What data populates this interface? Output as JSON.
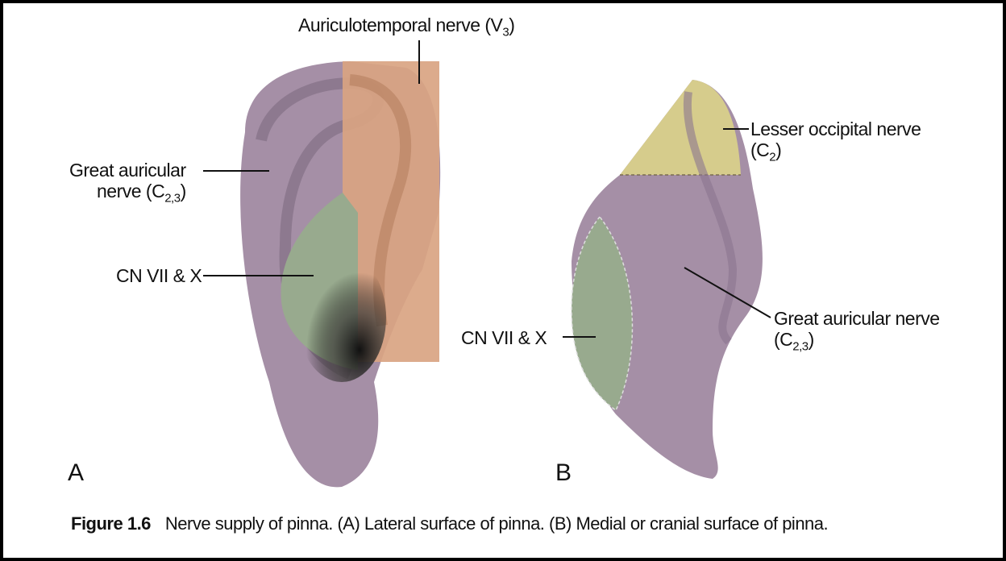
{
  "panel_a": {
    "letter": "A",
    "auriculotemporal": {
      "text": "Auriculotemporal nerve (V",
      "sub": "3",
      "close": ")"
    },
    "great_auricular": {
      "line1": "Great auricular",
      "line2": "nerve (C",
      "sub": "2,3",
      "close": ")"
    },
    "cn": "CN VII & X"
  },
  "panel_b": {
    "letter": "B",
    "lesser_occipital": {
      "line1": "Lesser occipital nerve",
      "line2": "(C",
      "sub": "2",
      "close": ")"
    },
    "great_auricular": {
      "line1": "Great auricular nerve",
      "line2": "(C",
      "sub": "2,3",
      "close": ")"
    },
    "cn": "CN VII & X"
  },
  "caption": {
    "label": "Figure 1.6",
    "text": "Nerve supply of pinna. (A) Lateral surface of pinna. (B) Medial or cranial surface of pinna."
  },
  "colors": {
    "purple": "#a58fa6",
    "orange": "#d9a482",
    "green": "#98aa8e",
    "yellow": "#d6cc8c"
  }
}
